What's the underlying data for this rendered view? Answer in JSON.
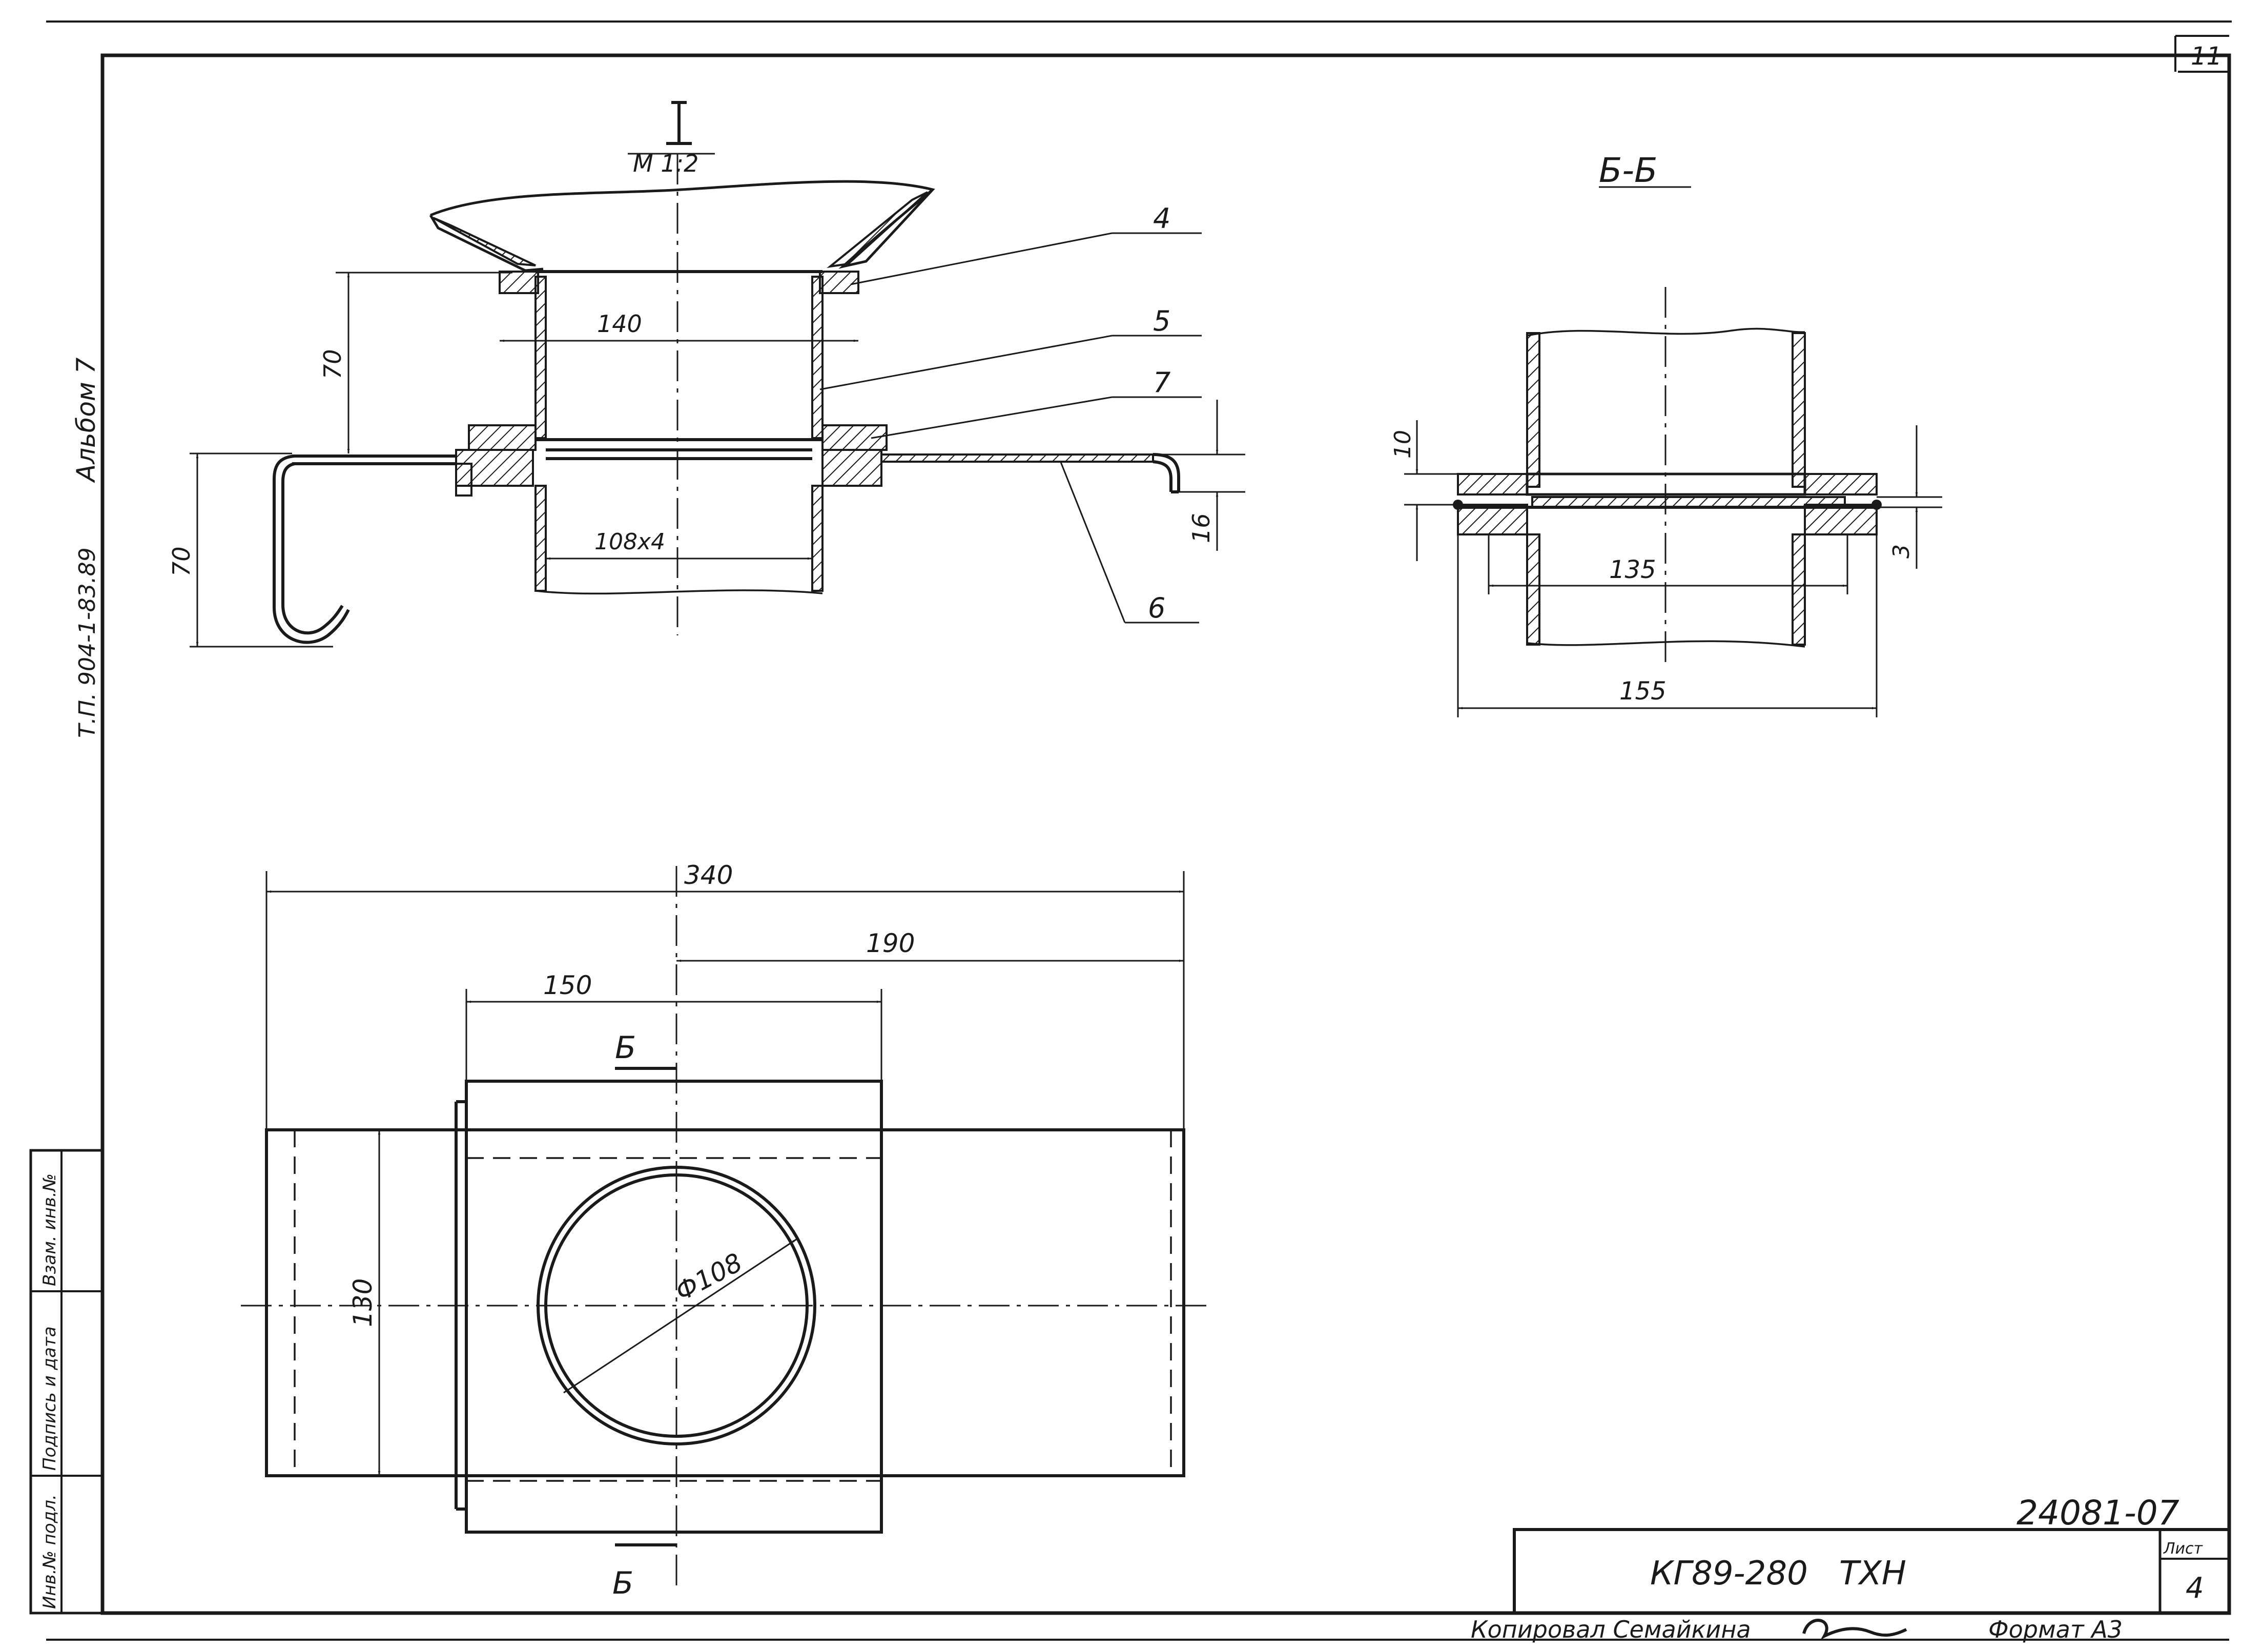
{
  "sheet": {
    "sheet_number": "11",
    "album_side": "Альбом 7",
    "series_side": "Т.П. 904-1-83.89",
    "copied_by": "Копировал Семайкина",
    "format": "Формат А3",
    "drawing_code": "24081-07"
  },
  "title_block": {
    "designation": "КГ89-280   ТХН",
    "list_label": "Лист",
    "list_number": "4"
  },
  "side_stamp": {
    "cells": [
      "Инв.№ подл.",
      "Подпись и дата",
      "Взам. инв.№"
    ]
  },
  "view_one": {
    "label": "I",
    "scale": "М 1:2",
    "dims": {
      "flange_width": "140",
      "height_upper": "70",
      "height_left": "70",
      "pipe": "108х4",
      "flange_thickness": "16"
    },
    "callouts": [
      "4",
      "5",
      "7",
      "6"
    ]
  },
  "section_bb": {
    "label": "Б-Б",
    "dims": {
      "upper_gap": "10",
      "inner": "135",
      "outer": "155",
      "gap": "3"
    }
  },
  "plan_view": {
    "dims": {
      "total": "340",
      "right_part": "190",
      "flange": "150",
      "height": "130",
      "diameter": "Ф108"
    },
    "section_marks": [
      "Б",
      "Б"
    ]
  }
}
